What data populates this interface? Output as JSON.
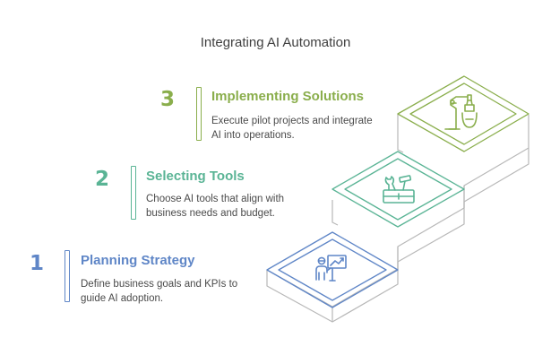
{
  "title": "Integrating AI Automation",
  "colors": {
    "step1": "#5f86c7",
    "step2": "#5ab495",
    "step3": "#8aae4c",
    "outline": "#b5b5b5",
    "text": "#4a4a4a"
  },
  "steps": [
    {
      "number": "1",
      "heading": "Planning Strategy",
      "description_lines": [
        "Define business goals and KPIs to",
        "guide AI adoption."
      ],
      "icon": "presentation-chart-icon"
    },
    {
      "number": "2",
      "heading": "Selecting Tools",
      "description_lines": [
        "Choose AI tools that align with",
        "business needs and budget."
      ],
      "icon": "toolbox-icon"
    },
    {
      "number": "3",
      "heading": "Implementing Solutions",
      "description_lines": [
        "Execute pilot projects and integrate",
        "AI into operations."
      ],
      "icon": "robot-arm-icon"
    }
  ]
}
